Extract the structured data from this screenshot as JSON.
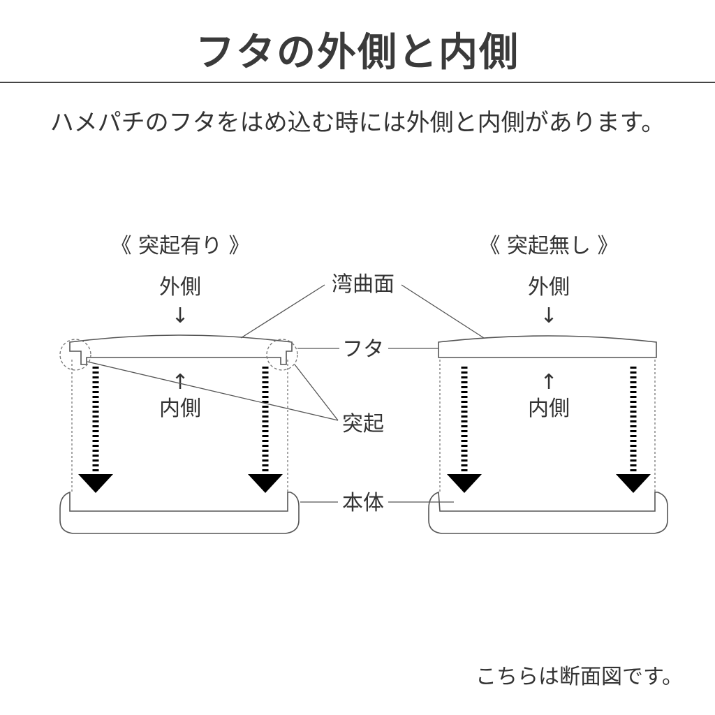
{
  "header": {
    "title": "フタの外側と内側",
    "subtitle": "ハメパチのフタをはめ込む時には外側と内側があります。"
  },
  "diagram": {
    "left_heading": "《 突起有り 》",
    "right_heading": "《 突起無し 》",
    "outer_label": "外側",
    "inner_label": "内側",
    "arrow_down_glyph": "↓",
    "arrow_up_glyph": "↑",
    "callouts": {
      "curved_surface": "湾曲面",
      "lid": "フタ",
      "protrusion": "突起",
      "body": "本体"
    },
    "colors": {
      "line": "#555555",
      "arrow": "#000000"
    }
  },
  "footer": {
    "note": "こちらは断面図です。"
  }
}
